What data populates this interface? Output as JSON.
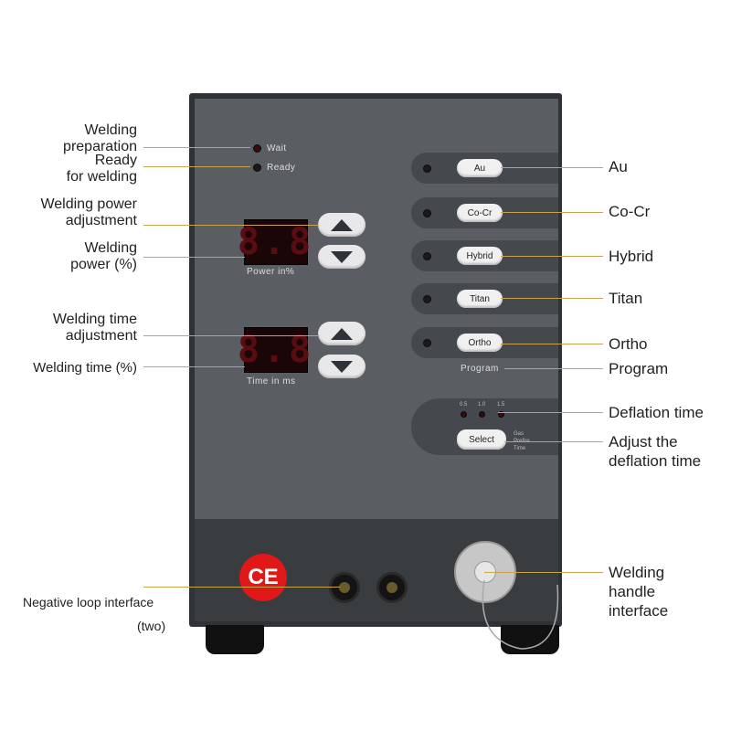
{
  "labels_left": {
    "welding_preparation": [
      "Welding",
      "preparation"
    ],
    "ready_for_welding": [
      "Ready",
      "for welding"
    ],
    "welding_power_adjustment": [
      "Welding power",
      "adjustment"
    ],
    "welding_power": [
      "Welding",
      "power (%)"
    ],
    "welding_time_adjustment": [
      "Welding time",
      "adjustment"
    ],
    "welding_time": "Welding time (%)",
    "negative_loop": "Negative loop interface",
    "negative_loop_count": "(two)"
  },
  "labels_right": {
    "au": "Au",
    "co_cr": "Co-Cr",
    "hybrid": "Hybrid",
    "titan": "Titan",
    "ortho": "Ortho",
    "program": "Program",
    "deflation_time": "Deflation time",
    "adjust_deflation": [
      "Adjust the",
      "deflation time"
    ],
    "welding_handle": [
      "Welding",
      "handle",
      "interface"
    ]
  },
  "panel": {
    "wait_label": "Wait",
    "ready_label": "Ready",
    "power_display": "8.8",
    "power_caption": "Power in%",
    "time_display": "8.8",
    "time_caption": "Time in ms",
    "program_buttons": [
      "Au",
      "Co-Cr",
      "Hybrid",
      "Titan",
      "Ortho"
    ],
    "program_caption": "Program",
    "deflation_values": [
      "0.5",
      "1.0",
      "1.5"
    ],
    "select_label": "Select",
    "gas_lines": [
      "Gas",
      "Prefire",
      "Time"
    ],
    "ce_mark": "CE"
  },
  "colors": {
    "leader_line": "#c8a44a",
    "panel": "#5a5e62",
    "ce_red": "#e01818",
    "display_red": "#5a0c10"
  }
}
